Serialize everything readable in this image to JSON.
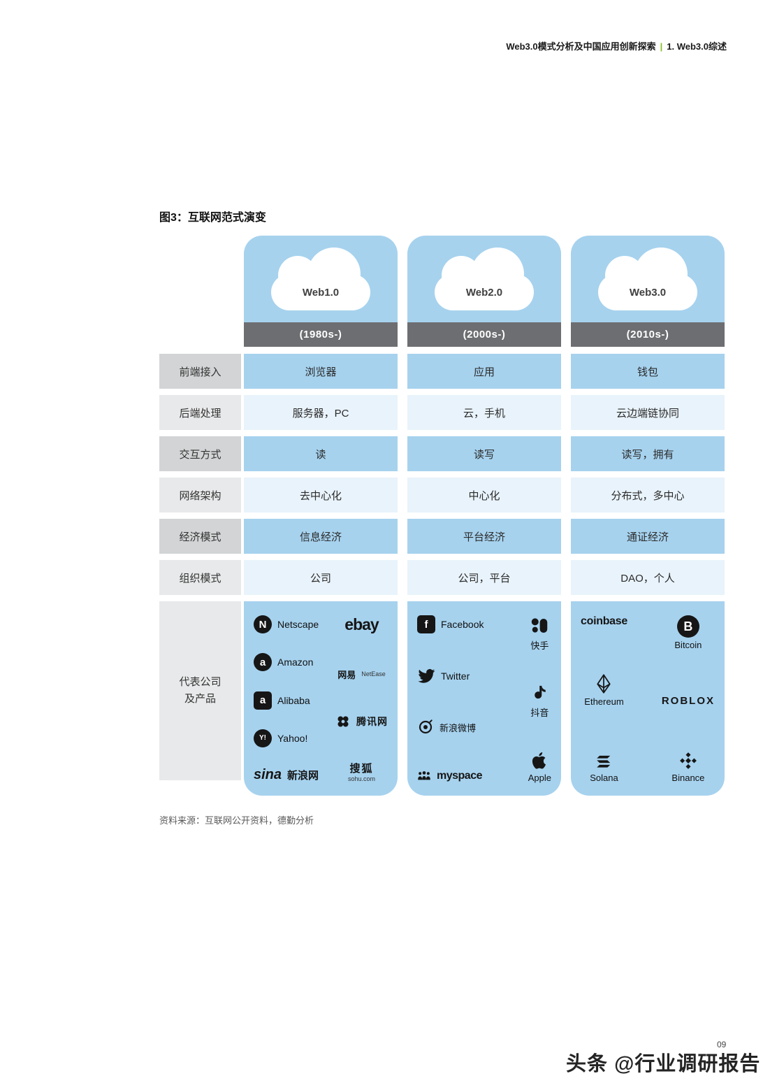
{
  "header": {
    "report_title": "Web3.0模式分析及中国应用创新探索",
    "divider": "|",
    "section": "1. Web3.0综述"
  },
  "figure": {
    "title": "图3：互联网范式演变",
    "source": "资料来源：互联网公开资料，德勤分析"
  },
  "table": {
    "columns": [
      {
        "name": "Web1.0",
        "era": "(1980s-)"
      },
      {
        "name": "Web2.0",
        "era": "(2000s-)"
      },
      {
        "name": "Web3.0",
        "era": "(2010s-)"
      }
    ],
    "rows": [
      {
        "label": "前端接入",
        "values": [
          "浏览器",
          "应用",
          "钱包"
        ]
      },
      {
        "label": "后端处理",
        "values": [
          "服务器，PC",
          "云，手机",
          "云边端链协同"
        ]
      },
      {
        "label": "交互方式",
        "values": [
          "读",
          "读写",
          "读写，拥有"
        ]
      },
      {
        "label": "网络架构",
        "values": [
          "去中心化",
          "中心化",
          "分布式，多中心"
        ]
      },
      {
        "label": "经济模式",
        "values": [
          "信息经济",
          "平台经济",
          "通证经济"
        ]
      },
      {
        "label": "组织模式",
        "values": [
          "公司",
          "公司，平台",
          "DAO，个人"
        ]
      }
    ],
    "companies_label_line1": "代表公司",
    "companies_label_line2": "及产品"
  },
  "icons": {
    "netscape": "N",
    "amazon": "a",
    "alibaba": "a",
    "yahoo": "Y!",
    "facebook": "f",
    "bitcoin": "B"
  },
  "logos": {
    "netscape": "Netscape",
    "ebay": "ebay",
    "amazon": "Amazon",
    "netease": "网易",
    "netease_sub": "NetEase",
    "alibaba": "Alibaba",
    "tencent": "腾讯网",
    "yahoo": "Yahoo!",
    "sohu": "搜狐",
    "sohu_sub": "sohu.com",
    "sina": "sina",
    "sina_sub": "新浪网",
    "facebook": "Facebook",
    "kuaishou": "快手",
    "twitter": "Twitter",
    "douyin": "抖音",
    "weibo": "新浪微博",
    "myspace": "myspace",
    "apple": "Apple",
    "coinbase": "coinbase",
    "bitcoin": "Bitcoin",
    "ethereum": "Ethereum",
    "roblox": "ROBLOX",
    "solana": "Solana",
    "binance": "Binance"
  },
  "footer": {
    "page_number": "09",
    "watermark_left": "头条 ",
    "watermark_at": "@",
    "watermark_right": "行业调研报告"
  }
}
